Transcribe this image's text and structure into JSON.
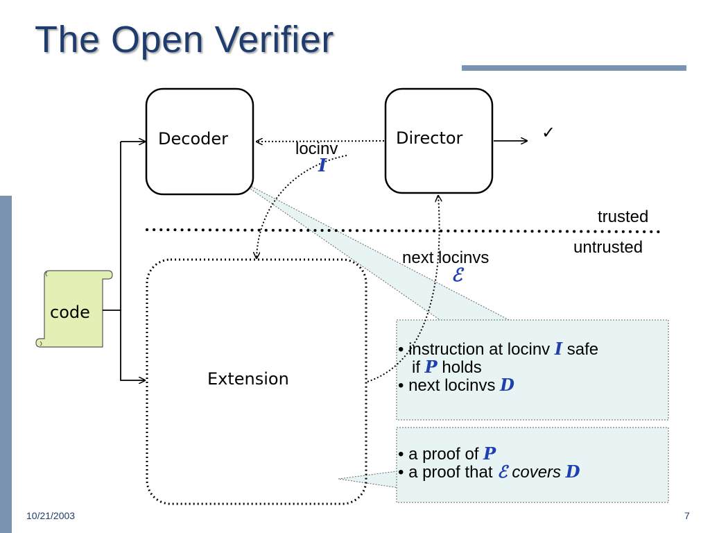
{
  "title": "The Open Verifier",
  "footer": {
    "date": "10/21/2003",
    "page": "7"
  },
  "nodes": {
    "decoder": "Decoder",
    "director": "Director",
    "extension": "Extension",
    "code": "code"
  },
  "labels": {
    "checkmark": "✓",
    "locinv": "locinv",
    "locinv_symbol": "I",
    "trusted": "trusted",
    "untrusted": "untrusted",
    "next_locinvs": "next locinvs",
    "next_locinvs_symbol": "ℰ"
  },
  "callout_decoder": {
    "line1_pre": "•  instruction at locinv ",
    "line1_sym": "I",
    "line1_post": " safe",
    "line2_pre": "   if ",
    "line2_sym": "P",
    "line2_post": " holds",
    "line3_pre": "•  next locinvs ",
    "line3_sym": "D"
  },
  "callout_extension": {
    "line1_pre": "•  a proof of ",
    "line1_sym": "P",
    "line2_pre": "•  a proof that ",
    "line2_sym1": "ℰ",
    "line2_mid": " covers ",
    "line2_sym2": "D"
  },
  "colors": {
    "title": "#1f3c6e",
    "accent_bar": "#7a93b0",
    "symbol": "#1f3fb0",
    "callout_fill": "#e8f4f4",
    "scroll_fill": "#e3f0b5"
  }
}
